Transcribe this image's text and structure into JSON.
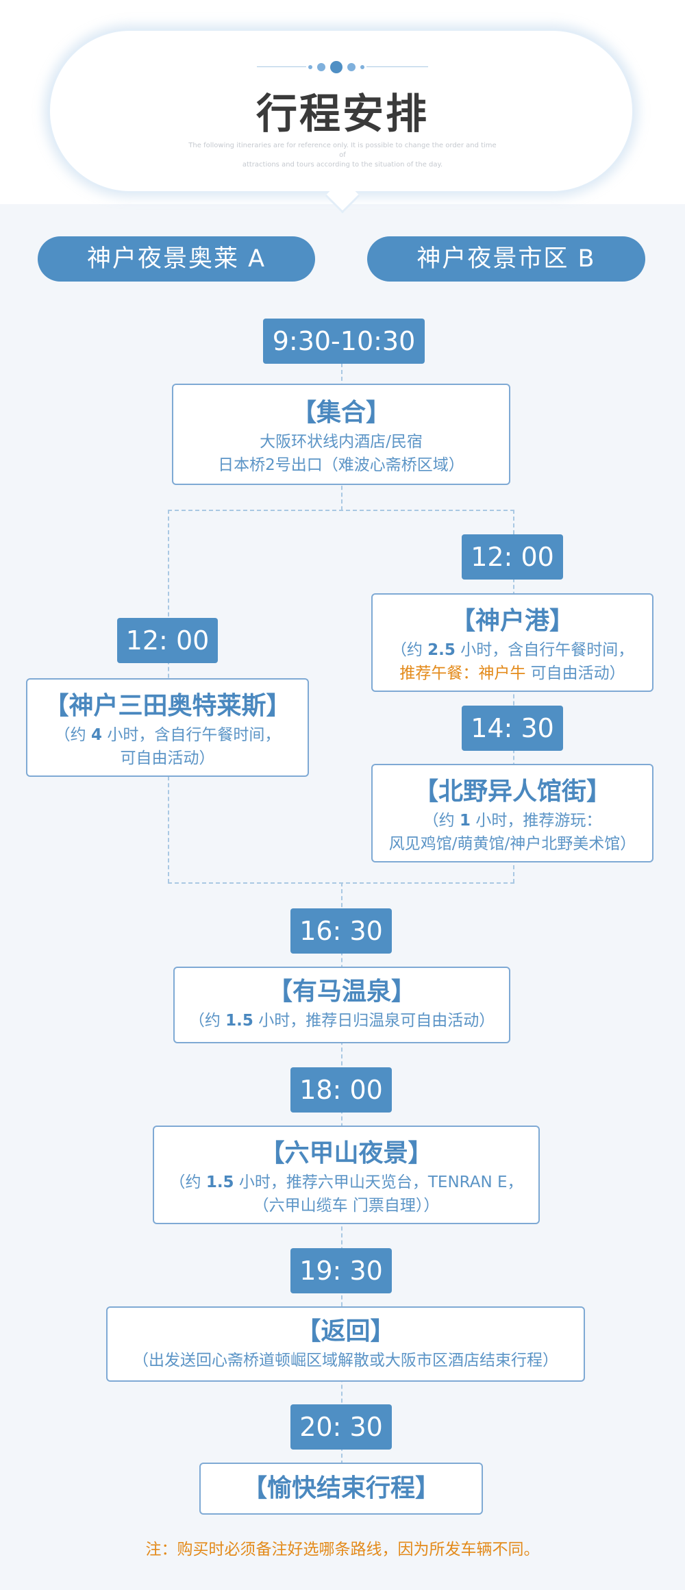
{
  "header": {
    "title": "行程安排",
    "subtitle_line1": "The following itineraries are for reference only. It is possible to change the order and time of",
    "subtitle_line2": "attractions and tours according to the situation of the day."
  },
  "routes": {
    "a_label": "神户夜景奥莱 A",
    "b_label": "神户夜景市区 B"
  },
  "schedule": {
    "t1": "9:30-10:30",
    "meet_title": "【集合】",
    "meet_line1": "大阪环状线内酒店/民宿",
    "meet_line2": "日本桥2号出口（难波心斋桥区域）",
    "a_time": "12: 00",
    "a_title": "【神户三田奥特莱斯】",
    "a_line1_pre": "（约",
    "a_line1_num": "4",
    "a_line1_post": "小时，含自行午餐时间，",
    "a_line2": "可自由活动）",
    "b1_time": "12: 00",
    "b1_title": "【神户港】",
    "b1_line1_pre": "（约",
    "b1_line1_num": "2.5",
    "b1_line1_post": "小时，含自行午餐时间，",
    "b1_line2_orange": "推荐午餐：神户牛",
    "b1_line2_rest": " 可自由活动）",
    "b2_time": "14: 30",
    "b2_title": "【北野异人馆街】",
    "b2_line1_pre": "（约",
    "b2_line1_num": "1",
    "b2_line1_post": "小时，推荐游玩：",
    "b2_line2": "风见鸡馆/萌黄馆/神户北野美术馆）",
    "t3": "16: 30",
    "arima_title": "【有马温泉】",
    "arima_pre": "（约",
    "arima_num": "1.5",
    "arima_post": "小时，推荐日归温泉可自由活动）",
    "t4": "18: 00",
    "rokko_title": "【六甲山夜景】",
    "rokko_pre": "（约",
    "rokko_num": "1.5",
    "rokko_post": "小时，推荐六甲山天览台，TENRAN E，",
    "rokko_line2": "（六甲山缆车 门票自理））",
    "t5": "19: 30",
    "return_title": "【返回】",
    "return_line": "（出发送回心斋桥道顿崛区域解散或大阪市区酒店结束行程）",
    "t6": "20: 30",
    "end_title": "【愉快结束行程】"
  },
  "note": "注：购买时必须备注好选哪条路线，因为所发车辆不同。",
  "colors": {
    "accent": "#4f8fc4",
    "orange": "#e38a1a",
    "background": "#f3f6fa"
  }
}
